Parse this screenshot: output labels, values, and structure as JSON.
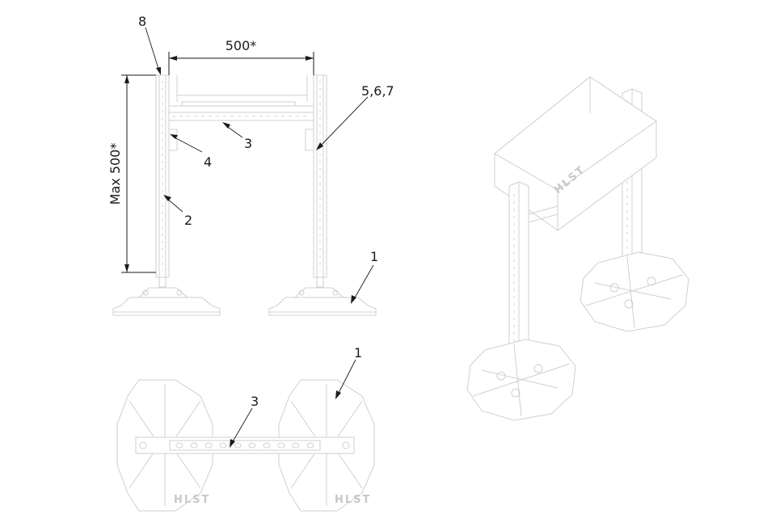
{
  "labels": {
    "item_8": "8",
    "item_5_6_7": "5,6,7",
    "item_3_front": "3",
    "item_4": "4",
    "item_2": "2",
    "item_1_front": "1",
    "item_1_top": "1",
    "item_3_top": "3"
  },
  "dimensions": {
    "width": "500*",
    "height": "Max 500*"
  },
  "logo_text": "HLST",
  "colors": {
    "line": "#d0d0d0",
    "annotation": "#1a1a1a",
    "background": "#ffffff"
  }
}
